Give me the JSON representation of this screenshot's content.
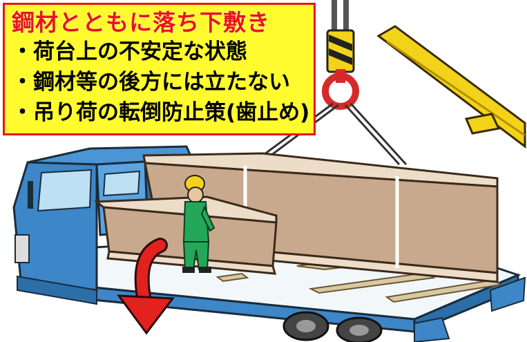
{
  "caption": {
    "title": "鋼材とともに落ち下敷き",
    "points": [
      "・荷台上の不安定な状態",
      "・鋼材等の後方には立たない",
      "・吊り荷の転倒防止策(歯止め)"
    ]
  }
}
